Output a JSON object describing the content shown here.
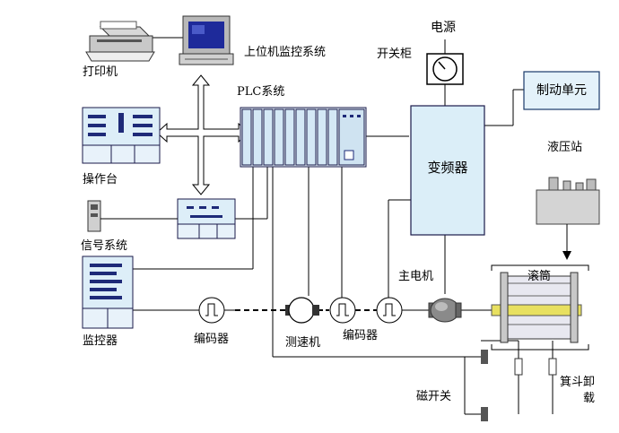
{
  "labels": {
    "printer": "打印机",
    "host_system": "上位机监控系统",
    "power": "电源",
    "switch_cabinet": "开关柜",
    "plc_system": "PLC系统",
    "brake_unit": "制动单元",
    "console": "操作台",
    "inverter": "变频器",
    "hydraulic_station": "液压站",
    "signal_system": "信号系统",
    "main_motor": "主电机",
    "drum": "滚筒",
    "monitor": "监控器",
    "encoder_left": "编码器",
    "tachometer": "测速机",
    "encoder_right": "编码器",
    "magnetic_switch": "磁开关",
    "skip_unload": "箕斗卸",
    "unload_suffix": "载"
  },
  "colors": {
    "line": "#000000",
    "box_fill": "#ddeef8",
    "box_border": "#1a1a4a",
    "dark_blue": "#1e2a78",
    "inverter_fill": "#dbeef8",
    "brake_fill": "#e4f2fa",
    "plc_fill": "#e8f4fb",
    "drum_fill": "#e8e060"
  },
  "icons": [
    "printer-icon",
    "computer-icon",
    "clock-icon",
    "motor-icon",
    "hydraulic-icon",
    "encoder-icon"
  ]
}
